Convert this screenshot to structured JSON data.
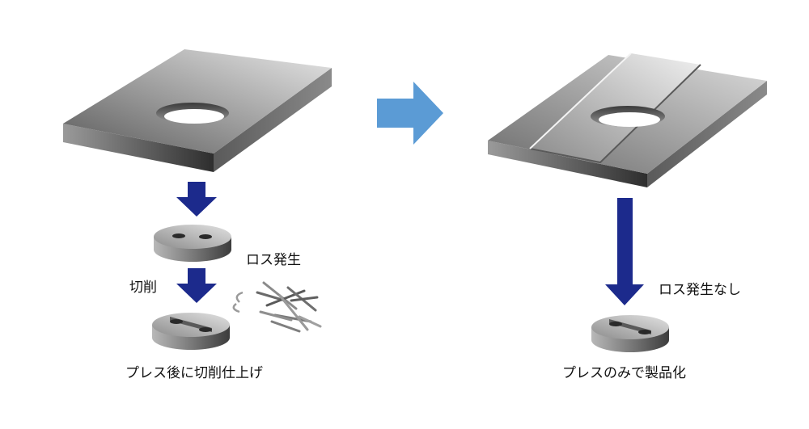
{
  "labels": {
    "loss_occurs": "ロス発生",
    "cutting": "切削",
    "left_caption": "プレス後に切削仕上げ",
    "no_loss": "ロス発生なし",
    "right_caption": "プレスのみで製品化"
  },
  "colors": {
    "flow_arrow": "#1c2a8c",
    "transition_arrow": "#5b9bd5",
    "metal_light": "#d9d9d9",
    "metal_dark": "#4a4a4a"
  }
}
